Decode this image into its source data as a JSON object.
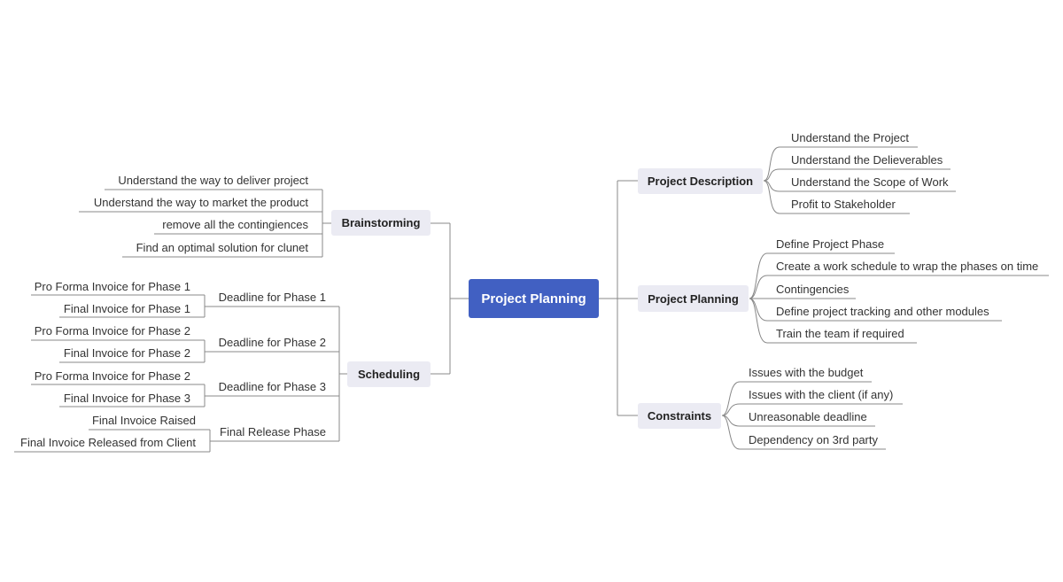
{
  "root": "Project Planning",
  "colors": {
    "root": "#4160c2",
    "topic": "#ebebf3",
    "line": "#888888"
  },
  "right": [
    {
      "label": "Project Description",
      "items": [
        "Understand the Project",
        "Understand the Delieverables",
        "Understand the Scope of Work",
        "Profit to Stakeholder"
      ]
    },
    {
      "label": "Project Planning",
      "items": [
        "Define Project Phase",
        "Create a work schedule to wrap the phases on time",
        "Contingencies",
        "Define project tracking and other modules",
        "Train the team if required"
      ]
    },
    {
      "label": "Constraints",
      "items": [
        "Issues with the budget",
        "Issues with the client (if any)",
        "Unreasonable deadline",
        "Dependency on 3rd party"
      ]
    }
  ],
  "left": [
    {
      "label": "Brainstorming",
      "items": [
        "Understand the way to deliver project",
        "Understand the way to market the product",
        "remove all the contingiences",
        "Find an optimal solution for clunet"
      ]
    },
    {
      "label": "Scheduling",
      "groups": [
        {
          "label": "Deadline for Phase 1",
          "items": [
            "Pro Forma Invoice for Phase 1",
            "Final Invoice for Phase 1"
          ]
        },
        {
          "label": "Deadline for Phase 2",
          "items": [
            "Pro Forma Invoice for Phase 2",
            "Final Invoice for Phase 2"
          ]
        },
        {
          "label": "Deadline for Phase 3",
          "items": [
            "Pro Forma Invoice for Phase 2",
            "Final Invoice for Phase 3"
          ]
        },
        {
          "label": "Final Release Phase",
          "items": [
            "Final Invoice Raised",
            "Final Invoice Released from Client"
          ]
        }
      ]
    }
  ]
}
